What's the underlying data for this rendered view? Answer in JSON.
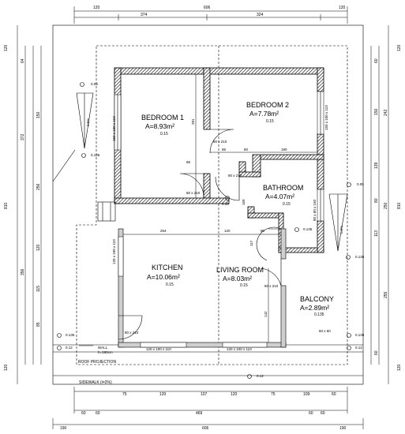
{
  "rooms": {
    "bedroom1": {
      "name": "BEDROOM 1",
      "area": "A=8.93m²",
      "level": "0.15"
    },
    "bedroom2": {
      "name": "BEDROOM 2",
      "area": "A=7.78m²",
      "level": "0.15"
    },
    "bathroom": {
      "name": "BATHROOM",
      "area": "A=4.07m²",
      "level": "0.15"
    },
    "kitchen": {
      "name": "KITCHEN",
      "area": "A=10.06m²",
      "level": "0.15"
    },
    "living": {
      "name": "LIVING ROOM",
      "area": "A=8.03m²",
      "level": "0.15"
    },
    "balcony": {
      "name": "BALCONY",
      "area": "A=2.89m²",
      "level": "0.135"
    }
  },
  "openings": {
    "door_b1": "80 x 210",
    "door_b2": "80 x 210",
    "door_bath": "80 x 210",
    "door_kitchen": "80 x 210",
    "door_living": "80 x 210",
    "win_b1": "150 x 100 x 110",
    "win_b2": "150 x 100 x 110",
    "win_k_side": "120 x 100 x 110",
    "win_k_front": "120 x 100 x 110",
    "win_l_front": "120 x 100 x 110",
    "win_bath": "80 x 60 x 150",
    "win_bath_b": "60 x 60"
  },
  "inner_dims": {
    "d254": "254",
    "d120": "120",
    "d90": "90",
    "d190": "190",
    "d86a": "86",
    "d86b": "86",
    "d281": "281",
    "d169": "169",
    "d117": "117",
    "d142": "142",
    "d80": "80"
  },
  "levels": {
    "l005a": "0.05",
    "l005b": "0.05",
    "l0135a": "0.135",
    "l0135b": "0.135",
    "l0135c": "0.135",
    "l0135d": "0.135",
    "l0135e": "0.135",
    "l012a": "0.12",
    "l012b": "0.12",
    "l012c": "0.12",
    "l015": "0.15"
  },
  "slope_a": "i=5%",
  "slope_b": "i=5%",
  "wall_note": "WALL",
  "wall_height": "h=180cm",
  "roof_projection": "ROOF PROJECTION",
  "sidewalk": "SIDEWALK (i=2%)",
  "top_dims": {
    "t1": "120",
    "t2": "374",
    "t3": "324",
    "t4": "120",
    "overall": "606"
  },
  "bottom_dims": {
    "row1": [
      "75",
      "120",
      "107",
      "120",
      "75",
      "109",
      "60"
    ],
    "row2_a": "60",
    "row2_b": "60",
    "row2_mid": "469",
    "row2_c": "60",
    "row2_d": "60",
    "row3_a": "190",
    "row3_mid": "606",
    "row3_b": "190"
  },
  "left_dims": {
    "a": "120",
    "b": "64",
    "c": "150",
    "d": "372",
    "e": "256",
    "f": "120",
    "g": "115",
    "h": "356",
    "i": "85",
    "overall": "810",
    "j": "120"
  },
  "right_dims": {
    "a": "120",
    "b": "60",
    "c": "150",
    "d": "242",
    "e": "139",
    "f": "80",
    "g": "250",
    "h": "113",
    "i": "255",
    "j": "120",
    "overall": "810",
    "k": "60"
  }
}
